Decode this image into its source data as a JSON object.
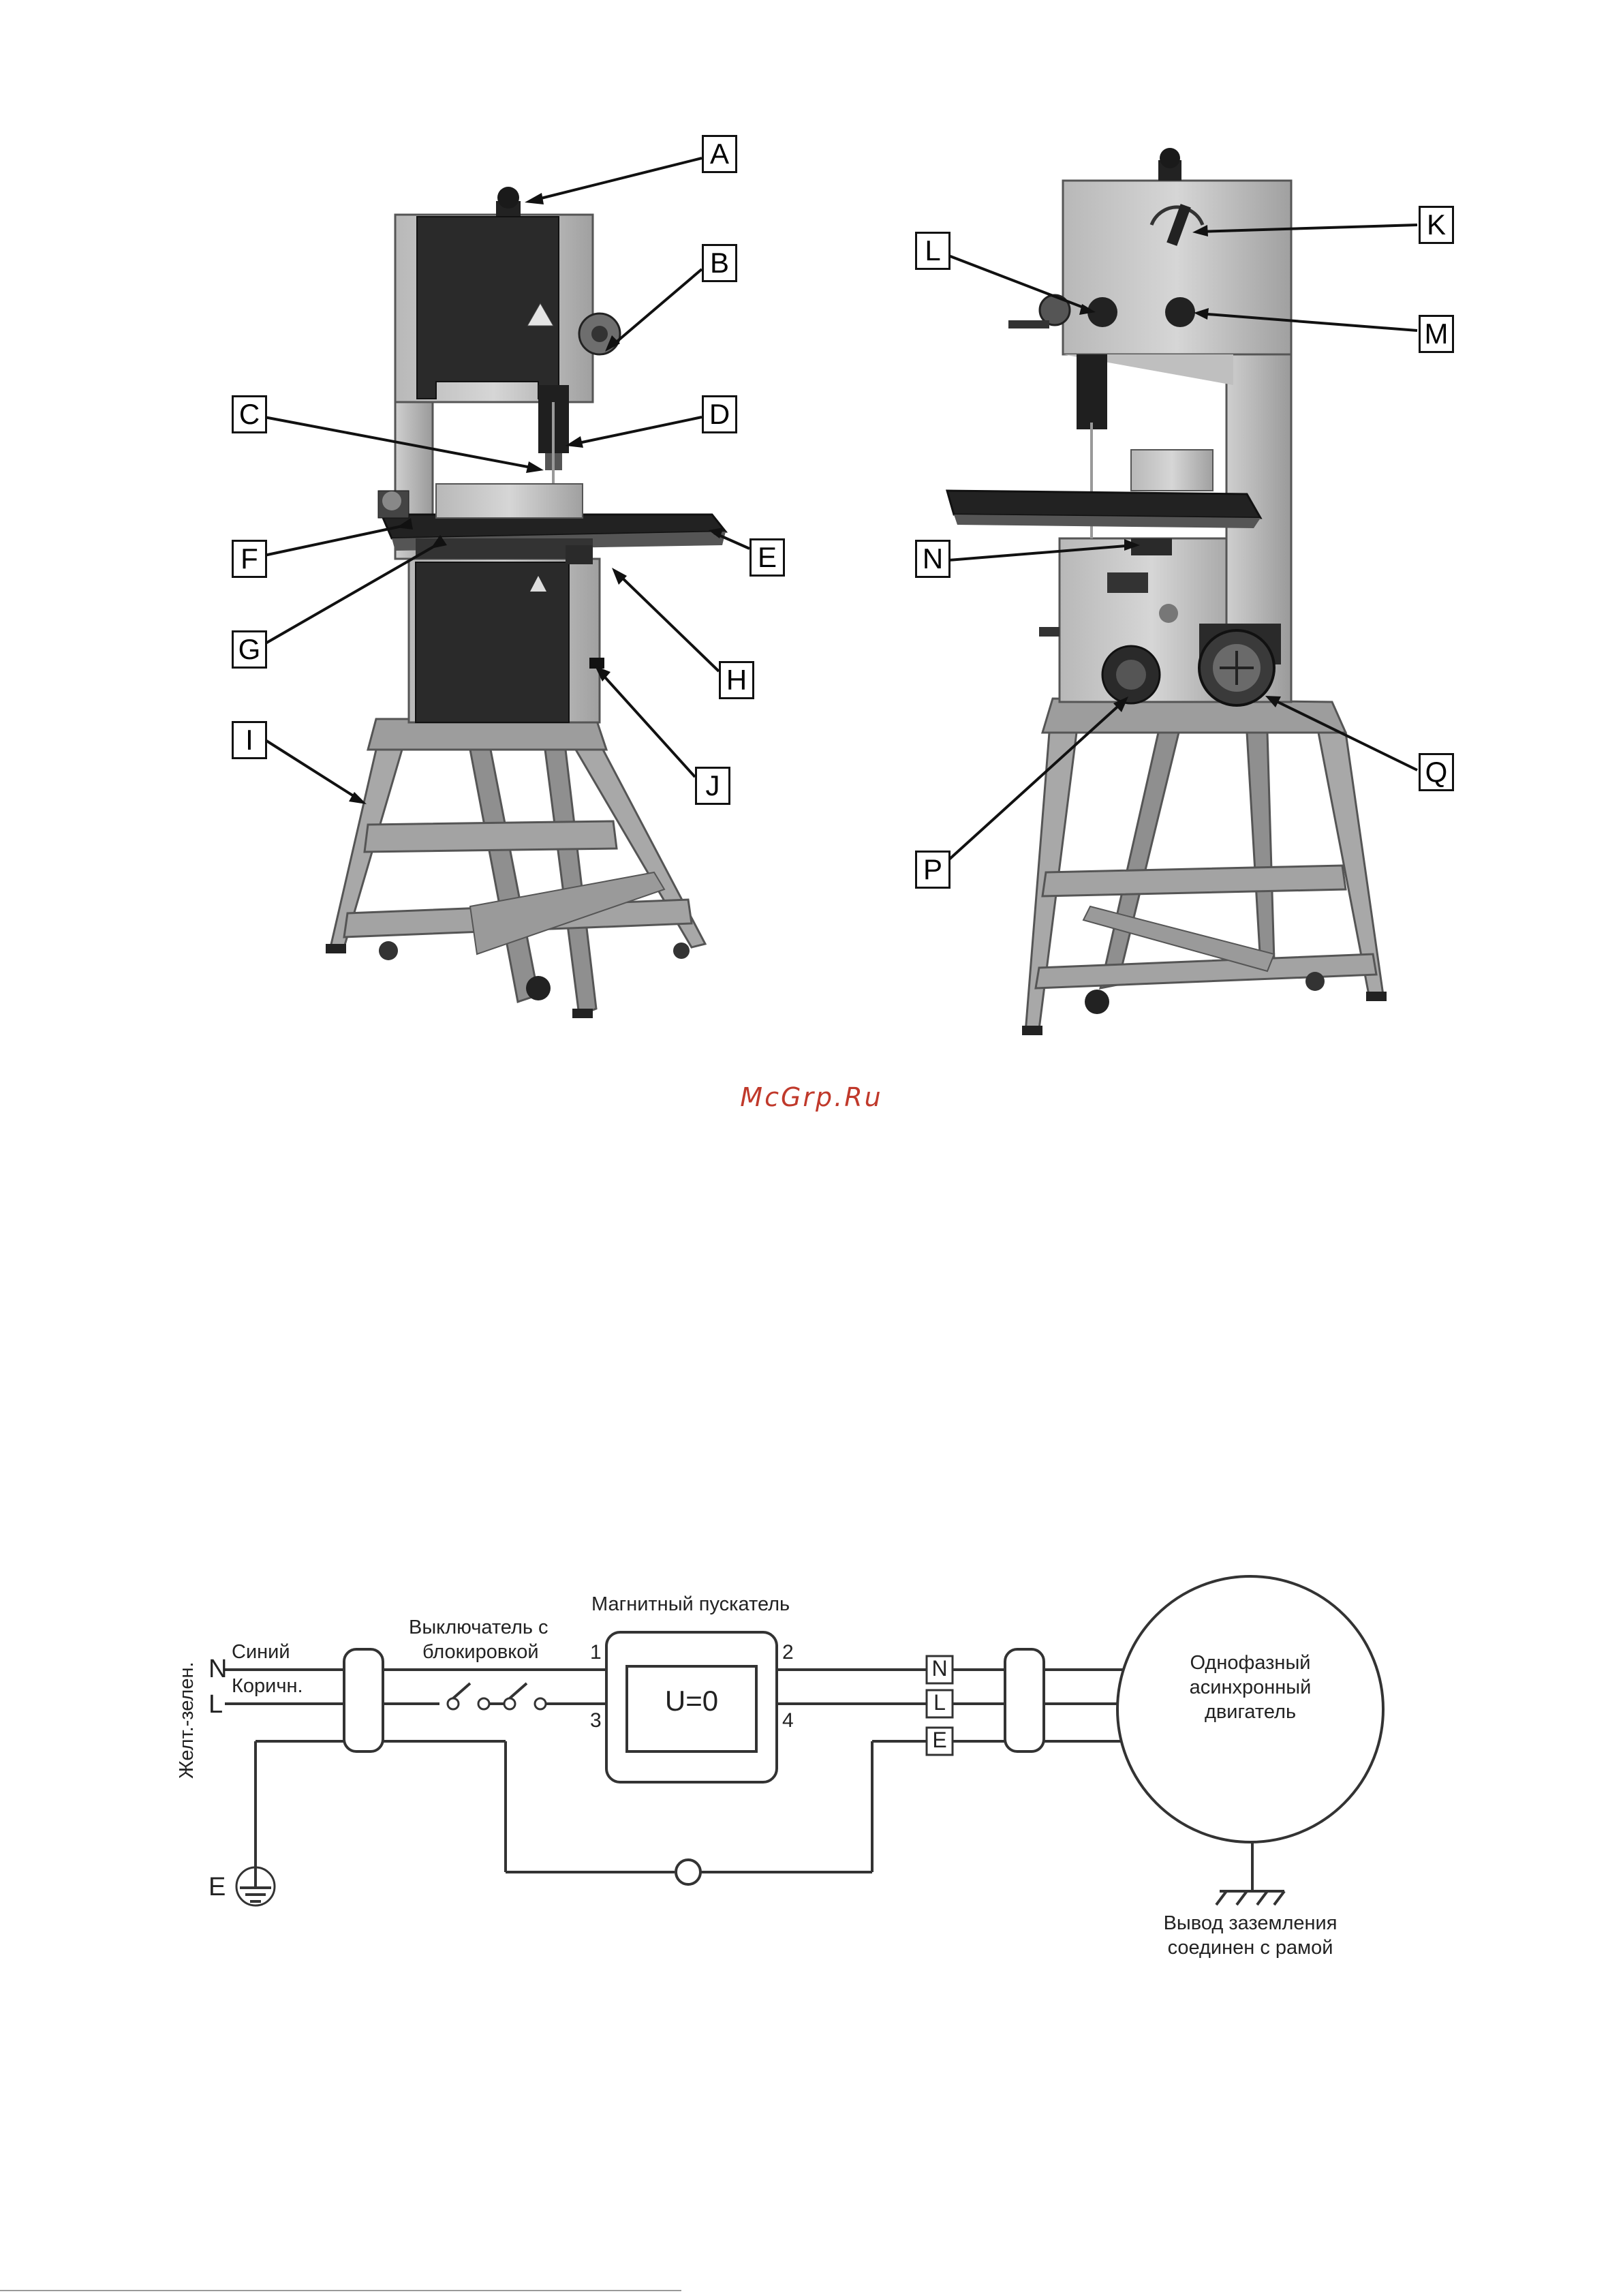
{
  "figure1": {
    "left_machine_labels": [
      "A",
      "B",
      "C",
      "D",
      "E",
      "F",
      "G",
      "H",
      "I",
      "J"
    ],
    "right_machine_labels": [
      "K",
      "L",
      "M",
      "N",
      "P",
      "Q"
    ]
  },
  "watermark": "McGrp.Ru",
  "wiring": {
    "switch_label_line1": "Выключатель с",
    "switch_label_line2": "блокировкой",
    "starter_label": "Магнитный пускатель",
    "starter_display": "U=0",
    "terminal_1": "1",
    "terminal_2": "2",
    "terminal_3": "3",
    "terminal_4": "4",
    "wire_N": "N",
    "wire_L": "L",
    "wire_E": "E",
    "wire_N_color": "Синий",
    "wire_L_color": "Коричн.",
    "wire_E_color": "Желт.-зелен.",
    "motor_terminal_N": "N",
    "motor_terminal_L": "L",
    "motor_terminal_E": "E",
    "motor_line1": "Однофазный",
    "motor_line2": "асинхронный",
    "motor_line3": "двигатель",
    "ground_note_line1": "Вывод заземления",
    "ground_note_line2": "соединен с рамой"
  }
}
